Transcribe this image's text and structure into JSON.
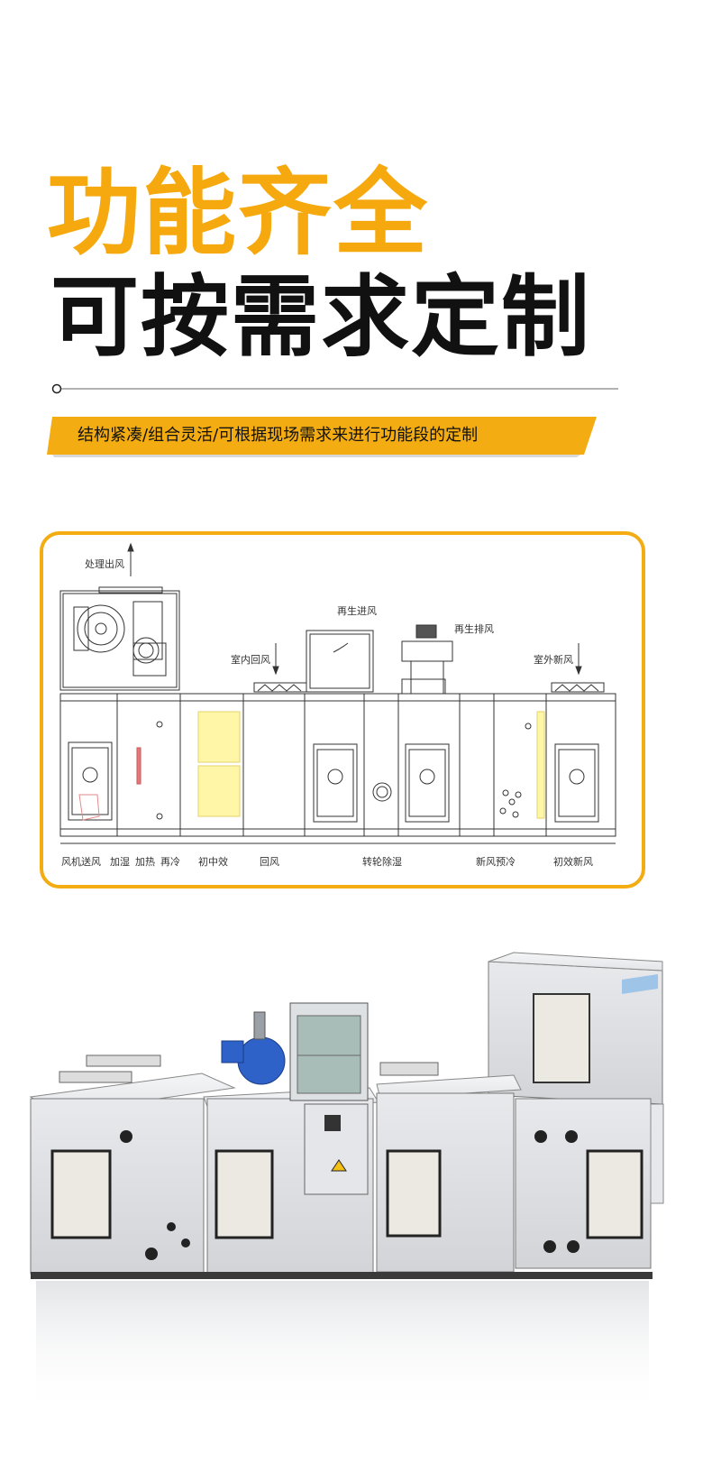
{
  "header": {
    "title_line1": "功能齐全",
    "title_line2": "可按需求定制"
  },
  "banner": {
    "text": "结构紧凑/组合灵活/可根据现场需求来进行功能段的定制"
  },
  "colors": {
    "accent": "#f3ac12",
    "title_dark": "#111111"
  },
  "diagram": {
    "flow_labels": {
      "processed_outlet": "处理出风",
      "indoor_return": "室内回风",
      "regen_inlet": "再生进风",
      "regen_exhaust": "再生排风",
      "outdoor_fresh": "室外新风"
    },
    "section_labels": [
      "风机送风",
      "加湿",
      "加热",
      "再冷",
      "初中效",
      "回风",
      "转轮除湿",
      "新风预冷",
      "初效新风"
    ]
  }
}
